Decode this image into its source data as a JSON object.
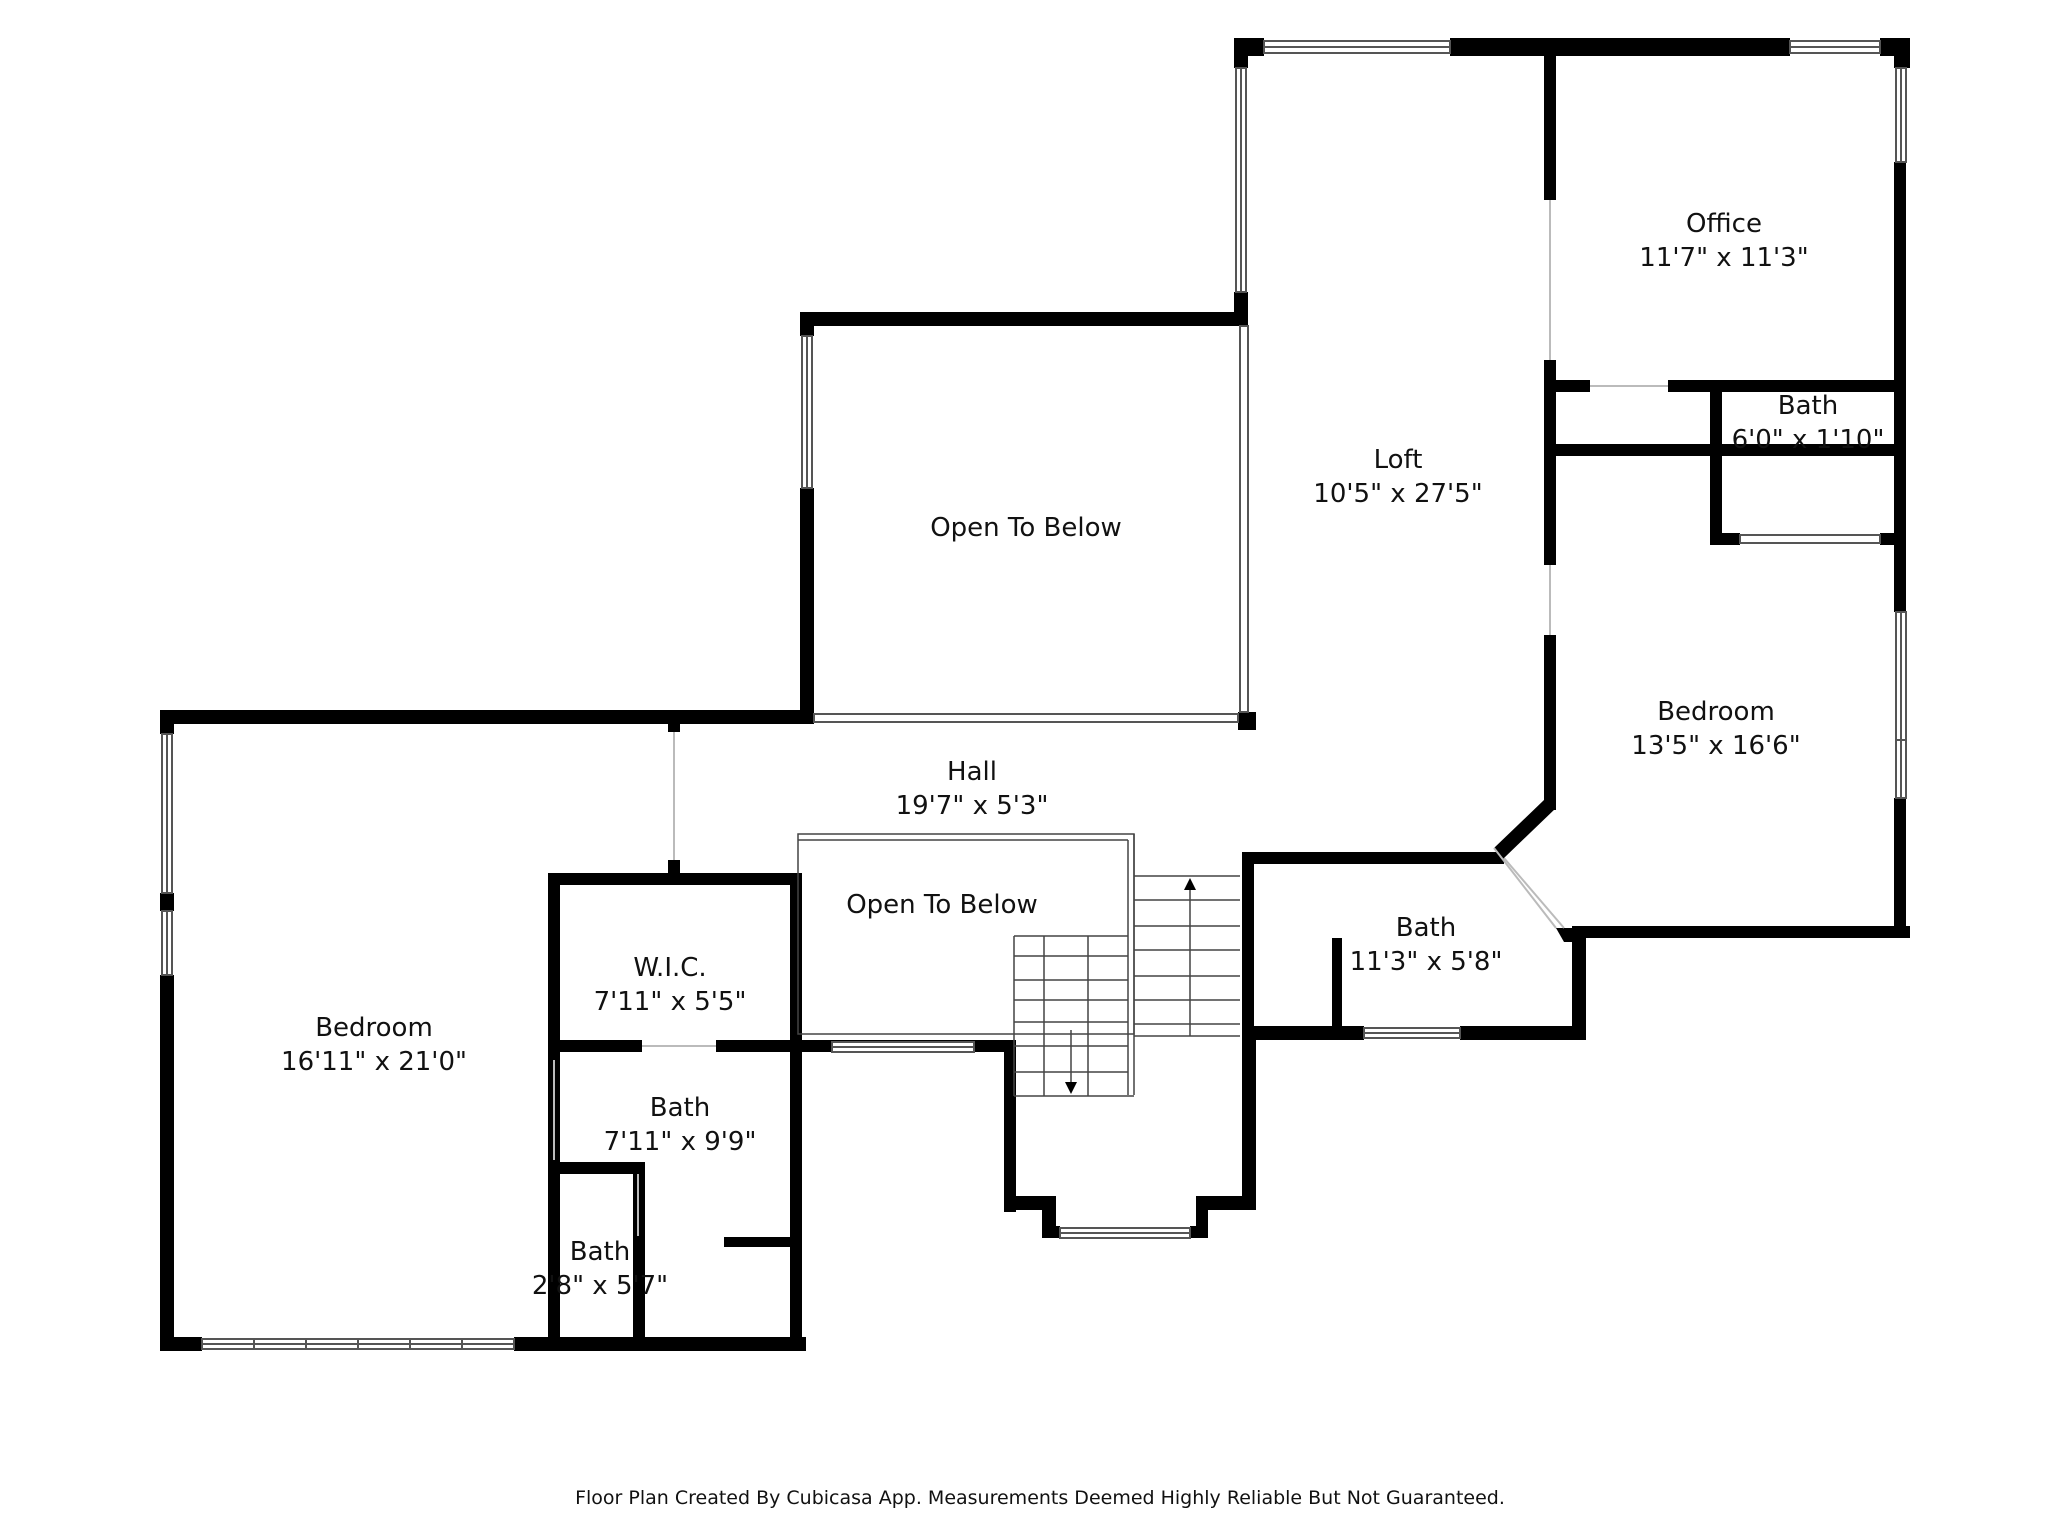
{
  "rooms": {
    "office": {
      "name": "Office",
      "dims": "11'7\" x 11'3\""
    },
    "bath_small": {
      "name": "Bath",
      "dims": "6'0\" x 1'10\""
    },
    "loft": {
      "name": "Loft",
      "dims": "10'5\" x 27'5\""
    },
    "open_to_below_upper": {
      "name": "Open To Below"
    },
    "bedroom_right": {
      "name": "Bedroom",
      "dims": "13'5\" x 16'6\""
    },
    "hall": {
      "name": "Hall",
      "dims": "19'7\" x 5'3\""
    },
    "open_to_below_stair": {
      "name": "Open To Below"
    },
    "bath_right": {
      "name": "Bath",
      "dims": "11'3\" x 5'8\""
    },
    "wic": {
      "name": "W.I.C.",
      "dims": "7'11\" x 5'5\""
    },
    "bedroom_left": {
      "name": "Bedroom",
      "dims": "16'11\" x 21'0\""
    },
    "bath_main": {
      "name": "Bath",
      "dims": "7'11\" x 9'9\""
    },
    "bath_tiny": {
      "name": "Bath",
      "dims": "2'8\" x 5'7\""
    }
  },
  "footer": "Floor Plan Created By Cubicasa App. Measurements Deemed Highly Reliable But Not Guaranteed.",
  "colors": {
    "wall": "#000000",
    "window_frame": "#555555",
    "background": "#ffffff"
  }
}
